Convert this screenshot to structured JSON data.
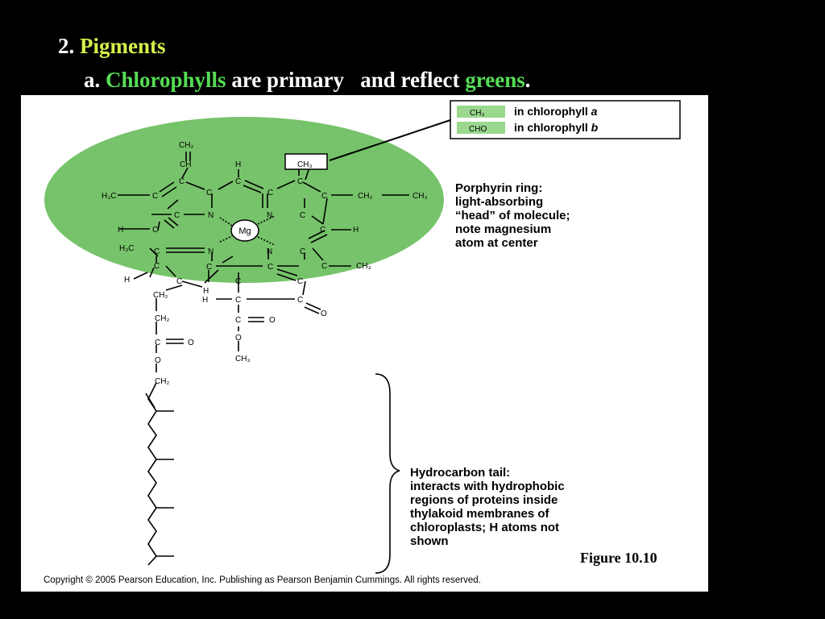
{
  "heading": {
    "line1_number": "2.",
    "line1_title": "Pigments",
    "line2_prefix": "a.",
    "line2_term": "Chlorophylls",
    "line2_middle": "are primary   and reflect",
    "line2_color": "greens",
    "line2_end": "."
  },
  "colors": {
    "background": "#000000",
    "title_yellow": "#d6f04a",
    "term_green": "#55dd55",
    "head_fill": "#77c36b",
    "legend_chip": "#9ad88e"
  },
  "legend": {
    "row_a_chip": "CH₃",
    "row_a_text": "in chlorophyll",
    "row_a_letter": "a",
    "row_b_chip": "CHO",
    "row_b_text": "in chlorophyll",
    "row_b_letter": "b"
  },
  "molecule": {
    "ch2": "CH₂",
    "ch": "CH",
    "h": "H",
    "c": "C",
    "n": "N",
    "o": "O",
    "h3c": "H₃C",
    "ch3": "CH₃",
    "mg": "Mg",
    "boxed_ch3": "CH₃"
  },
  "annotations": {
    "porphyrin": [
      "Porphyrin ring:",
      "light-absorbing",
      "“head” of molecule;",
      "note magnesium",
      "atom at center"
    ],
    "tail": [
      "Hydrocarbon tail:",
      "interacts with hydrophobic",
      "regions of proteins inside",
      "thylakoid membranes of",
      "chloroplasts; H atoms not",
      "shown"
    ]
  },
  "figure_label": "Figure 10.10",
  "copyright": "Copyright © 2005 Pearson Education, Inc. Publishing as Pearson Benjamin Cummings. All rights reserved."
}
